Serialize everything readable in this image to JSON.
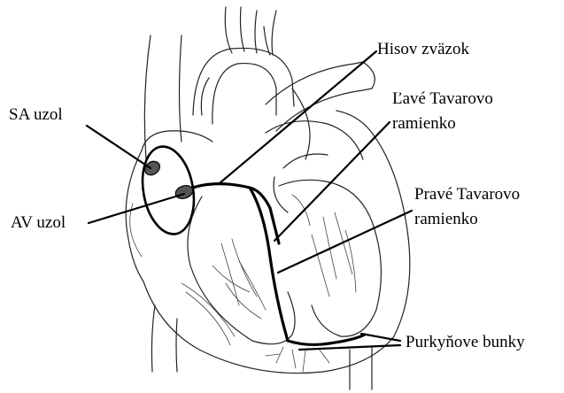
{
  "labels": {
    "sa_node": "SA uzol",
    "av_node": "AV uzol",
    "his_bundle": "Hisov zväzok",
    "left_bundle_line1": "Ľavé Tavarovo",
    "left_bundle_line2": "ramienko",
    "right_bundle_line1": "Pravé Tavarovo",
    "right_bundle_line2": "ramienko",
    "purkinje": "Purkyňove bunky"
  }
}
